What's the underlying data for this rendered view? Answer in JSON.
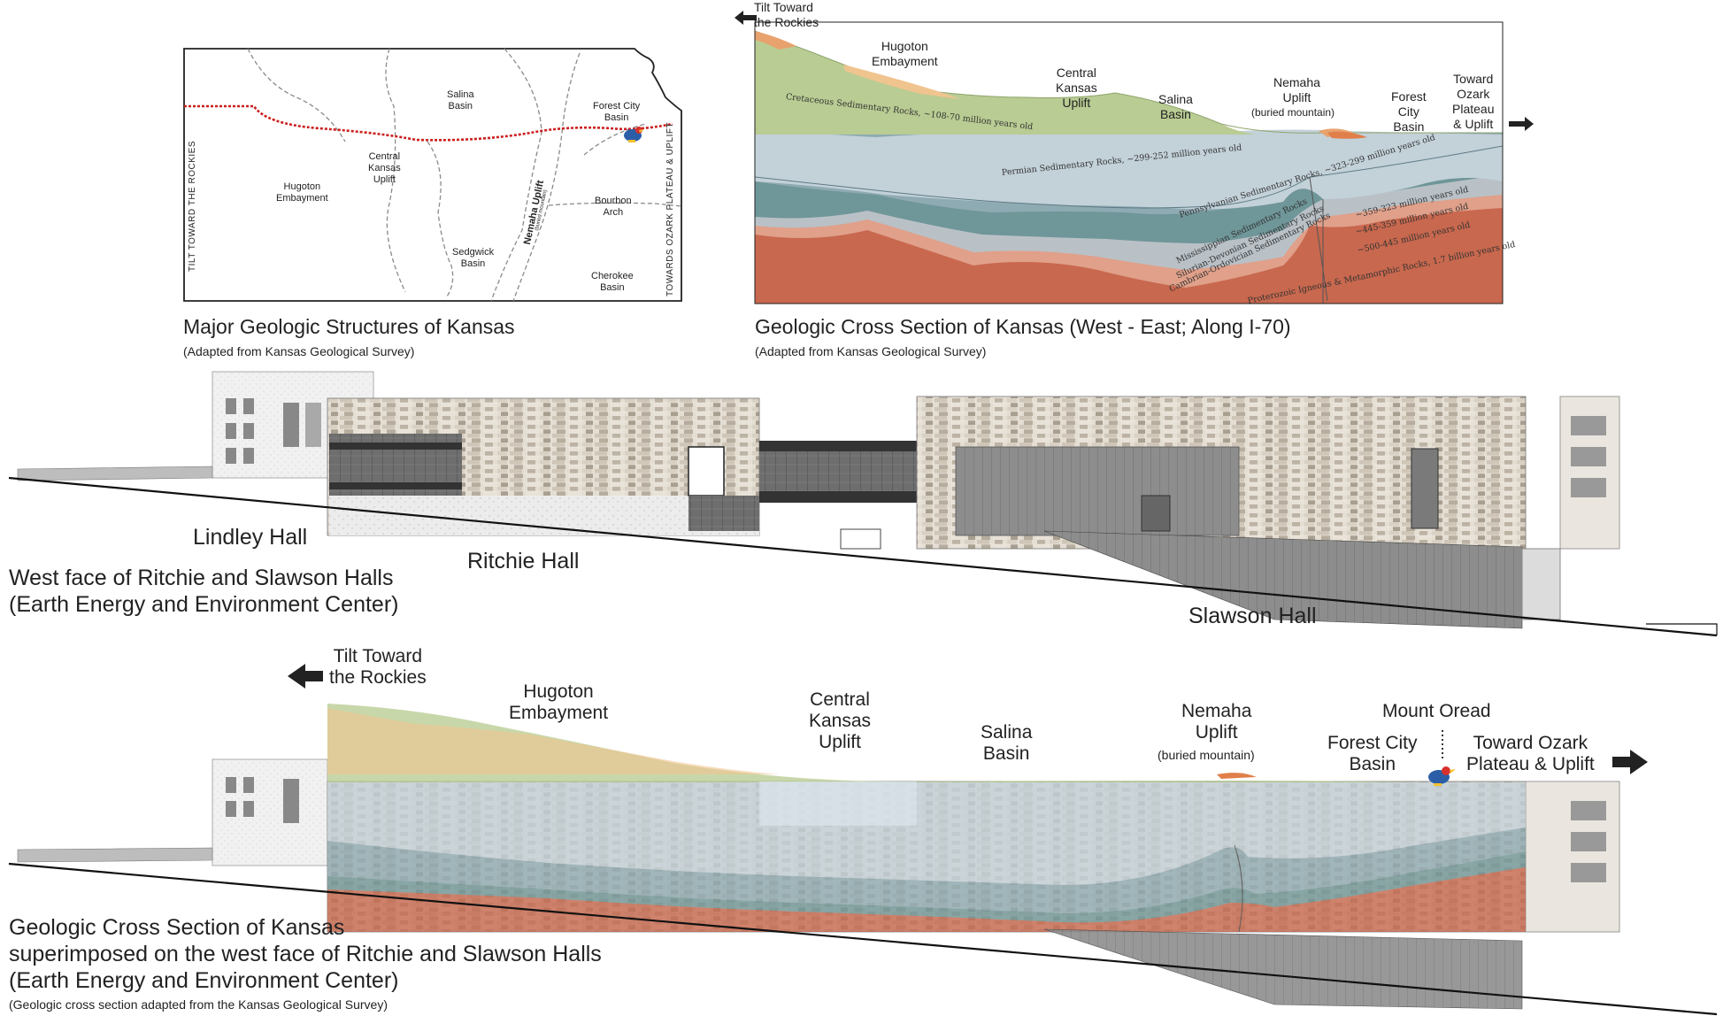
{
  "map": {
    "title": "Major Geologic Structures of Kansas",
    "subtitle": "(Adapted from Kansas Geological Survey)",
    "left_side_label": "TILT TOWARD THE ROCKIES",
    "right_side_label": "TOWARDS OZARK PLATEAU & UPLIFT",
    "regions": {
      "salina_basin": "Salina\nBasin",
      "forest_city_basin": "Forest City\nBasin",
      "central_kansas_uplift": "Central\nKansas\nUplift",
      "hugoton_embayment": "Hugoton\nEmbayment",
      "nemaha_uplift": "Nemaha Uplift",
      "nemaha_sub": "(buried mountain)",
      "bourbon_arch": "Bourbon\nArch",
      "sedgwick_basin": "Sedgwick\nBasin",
      "cherokee_basin": "Cherokee\nBasin"
    },
    "colors": {
      "border": "#222222",
      "i70_route": "#cc1f1f",
      "structure_lines": "#8a8a8a"
    }
  },
  "cross_section": {
    "title": "Geologic Cross Section of Kansas (West - East;  Along I-70)",
    "subtitle": "(Adapted from Kansas Geological Survey)",
    "left_arrow_label": "Tilt Toward\nthe Rockies",
    "right_arrow_label": "Toward\nOzark\nPlateau\n& Uplift",
    "regions": {
      "hugoton": "Hugoton\nEmbayment",
      "central_kansas": "Central\nKansas\nUplift",
      "salina": "Salina\nBasin",
      "nemaha": "Nemaha\nUplift",
      "nemaha_note": "(buried mountain)",
      "forest_city": "Forest\nCity\nBasin"
    },
    "layers": [
      {
        "label": "Cretaceous Sedimentary Rocks, ~108-70 million years old",
        "color": "#b9cc93"
      },
      {
        "label": "Permian Sedimentary Rocks, ~299-252 million years old",
        "color": "#c3d1d9"
      },
      {
        "label": "Pennsylvanian Sedimentary Rocks, ~323-299 million years old",
        "color": "#8eaab3"
      },
      {
        "label": "Mississippian Sedimentary Rocks",
        "color": "#6f9698"
      },
      {
        "label": "~359-323 million years old",
        "color": "#6f9698"
      },
      {
        "label": "Silurian-Devonian Sedimentary Rocks",
        "color": "#b9c1c7"
      },
      {
        "label": "~445-359 million years old",
        "color": "#b9c1c7"
      },
      {
        "label": "Cambrian-Ordovician Sedimentary Rocks",
        "color": "#e0a08a"
      },
      {
        "label": "~500-445 million years old",
        "color": "#e0a08a"
      },
      {
        "label": "Proterozoic Igneous & Metamorphic Rocks, 1.7 billion years old",
        "color": "#c8684e"
      }
    ]
  },
  "elevation": {
    "lindley": "Lindley Hall",
    "ritchie": "Ritchie Hall",
    "slawson": "Slawson Hall",
    "caption_line1": "West face of Ritchie and Slawson Halls",
    "caption_line2": "(Earth Energy and Environment Center)"
  },
  "superimposed": {
    "left_arrow_label": "Tilt Toward\nthe Rockies",
    "hugoton": "Hugoton\nEmbayment",
    "central_kansas": "Central\nKansas\nUplift",
    "salina": "Salina\nBasin",
    "nemaha": "Nemaha\nUplift",
    "nemaha_note": "(buried mountain)",
    "mount_oread": "Mount Oread",
    "forest_city": "Forest City\nBasin",
    "right_arrow_label": "Toward Ozark\nPlateau & Uplift",
    "caption_line1": "Geologic Cross Section of Kansas",
    "caption_line2": "superimposed on the west face of Ritchie and Slawson Halls",
    "caption_line3": "(Earth Energy and Environment Center)",
    "caption_note": "(Geologic cross section adapted from the Kansas Geological Survey)"
  }
}
